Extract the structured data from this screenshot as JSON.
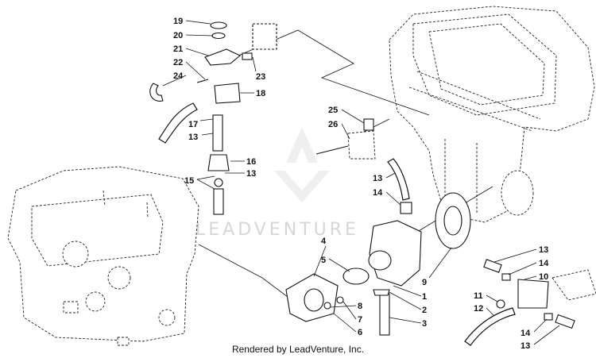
{
  "watermark": {
    "text": "LEADVENTURE"
  },
  "footer": {
    "text": "Rendered by LeadVenture, Inc."
  },
  "callouts": [
    {
      "id": "c19",
      "label": "19"
    },
    {
      "id": "c20",
      "label": "20"
    },
    {
      "id": "c21",
      "label": "21"
    },
    {
      "id": "c22",
      "label": "22"
    },
    {
      "id": "c24",
      "label": "24"
    },
    {
      "id": "c23",
      "label": "23"
    },
    {
      "id": "c18",
      "label": "18"
    },
    {
      "id": "c17",
      "label": "17"
    },
    {
      "id": "c13a",
      "label": "13"
    },
    {
      "id": "c16",
      "label": "16"
    },
    {
      "id": "c15",
      "label": "15"
    },
    {
      "id": "c13b",
      "label": "13"
    },
    {
      "id": "c25",
      "label": "25"
    },
    {
      "id": "c26",
      "label": "26"
    },
    {
      "id": "c13c",
      "label": "13"
    },
    {
      "id": "c14a",
      "label": "14"
    },
    {
      "id": "c4",
      "label": "4"
    },
    {
      "id": "c5",
      "label": "5"
    },
    {
      "id": "c9",
      "label": "9"
    },
    {
      "id": "c1",
      "label": "1"
    },
    {
      "id": "c2",
      "label": "2"
    },
    {
      "id": "c3",
      "label": "3"
    },
    {
      "id": "c8",
      "label": "8"
    },
    {
      "id": "c7",
      "label": "7"
    },
    {
      "id": "c6",
      "label": "6"
    },
    {
      "id": "c13d",
      "label": "13"
    },
    {
      "id": "c14b",
      "label": "14"
    },
    {
      "id": "c10",
      "label": "10"
    },
    {
      "id": "c11",
      "label": "11"
    },
    {
      "id": "c12",
      "label": "12"
    },
    {
      "id": "c14c",
      "label": "14"
    },
    {
      "id": "c13e",
      "label": "13"
    }
  ]
}
